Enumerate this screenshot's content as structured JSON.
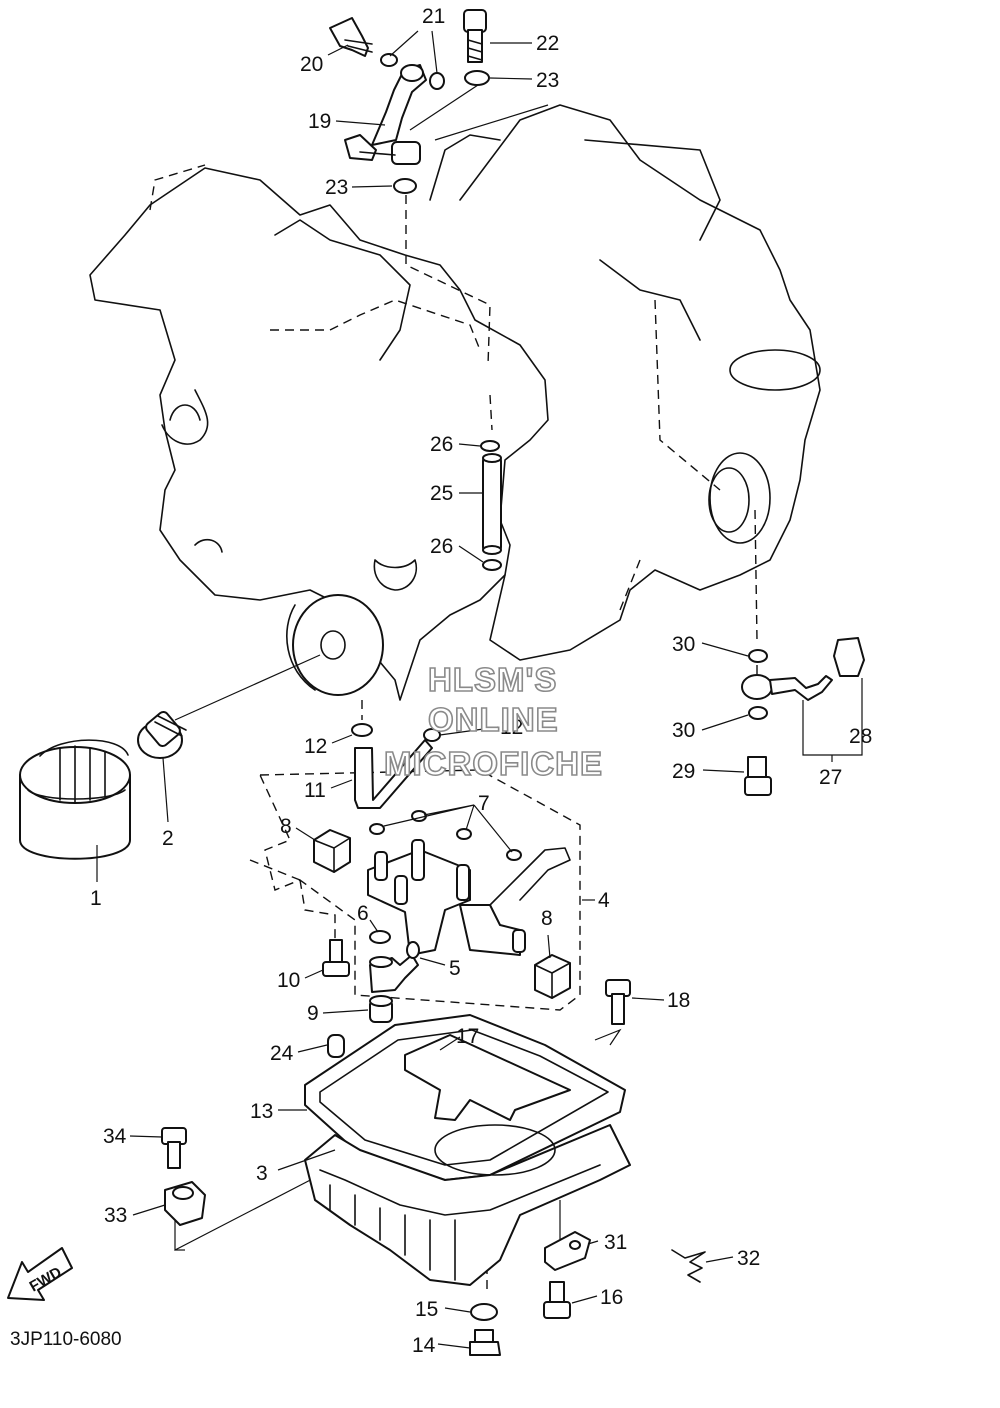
{
  "diagram_code": "3JP110-6080",
  "watermark": {
    "line1": "HLSM'S",
    "line2": "ONLINE",
    "line3": "MICROFICHE"
  },
  "fwd_label": "FWD",
  "callouts": [
    "1",
    "2",
    "3",
    "4",
    "5",
    "6",
    "7",
    "8",
    "8",
    "9",
    "10",
    "11",
    "12",
    "12",
    "13",
    "14",
    "15",
    "16",
    "17",
    "18",
    "19",
    "20",
    "21",
    "22",
    "23",
    "23",
    "24",
    "25",
    "26",
    "26",
    "27",
    "28",
    "29",
    "30",
    "30",
    "31",
    "32",
    "33",
    "34"
  ]
}
